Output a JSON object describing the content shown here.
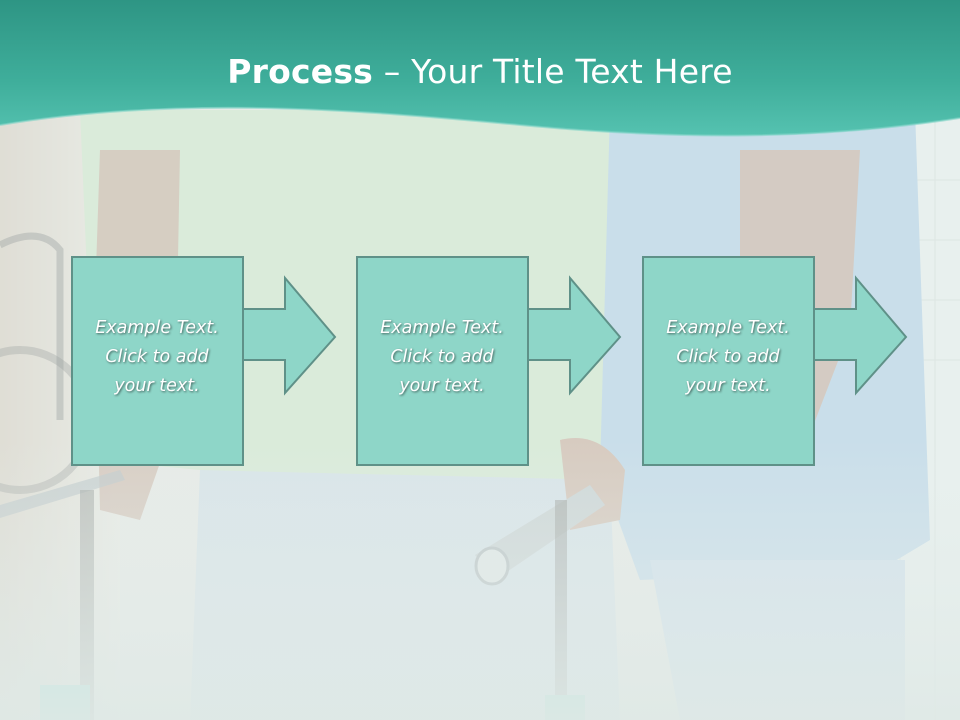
{
  "slide": {
    "title_bold": "Process",
    "title_rest": " – Your Title Text Here"
  },
  "steps": [
    {
      "lines": [
        "Example Text.",
        "Click  to add",
        "your text."
      ]
    },
    {
      "lines": [
        "Example Text.",
        "Click  to add",
        "your text."
      ]
    },
    {
      "lines": [
        "Example Text.",
        "Click  to add",
        "your text."
      ]
    }
  ],
  "colors": {
    "header_teal": "#3aa896",
    "box_fill": "#8ed6c8",
    "box_border": "#5f9188",
    "photo_overlay": "#e4efec"
  }
}
